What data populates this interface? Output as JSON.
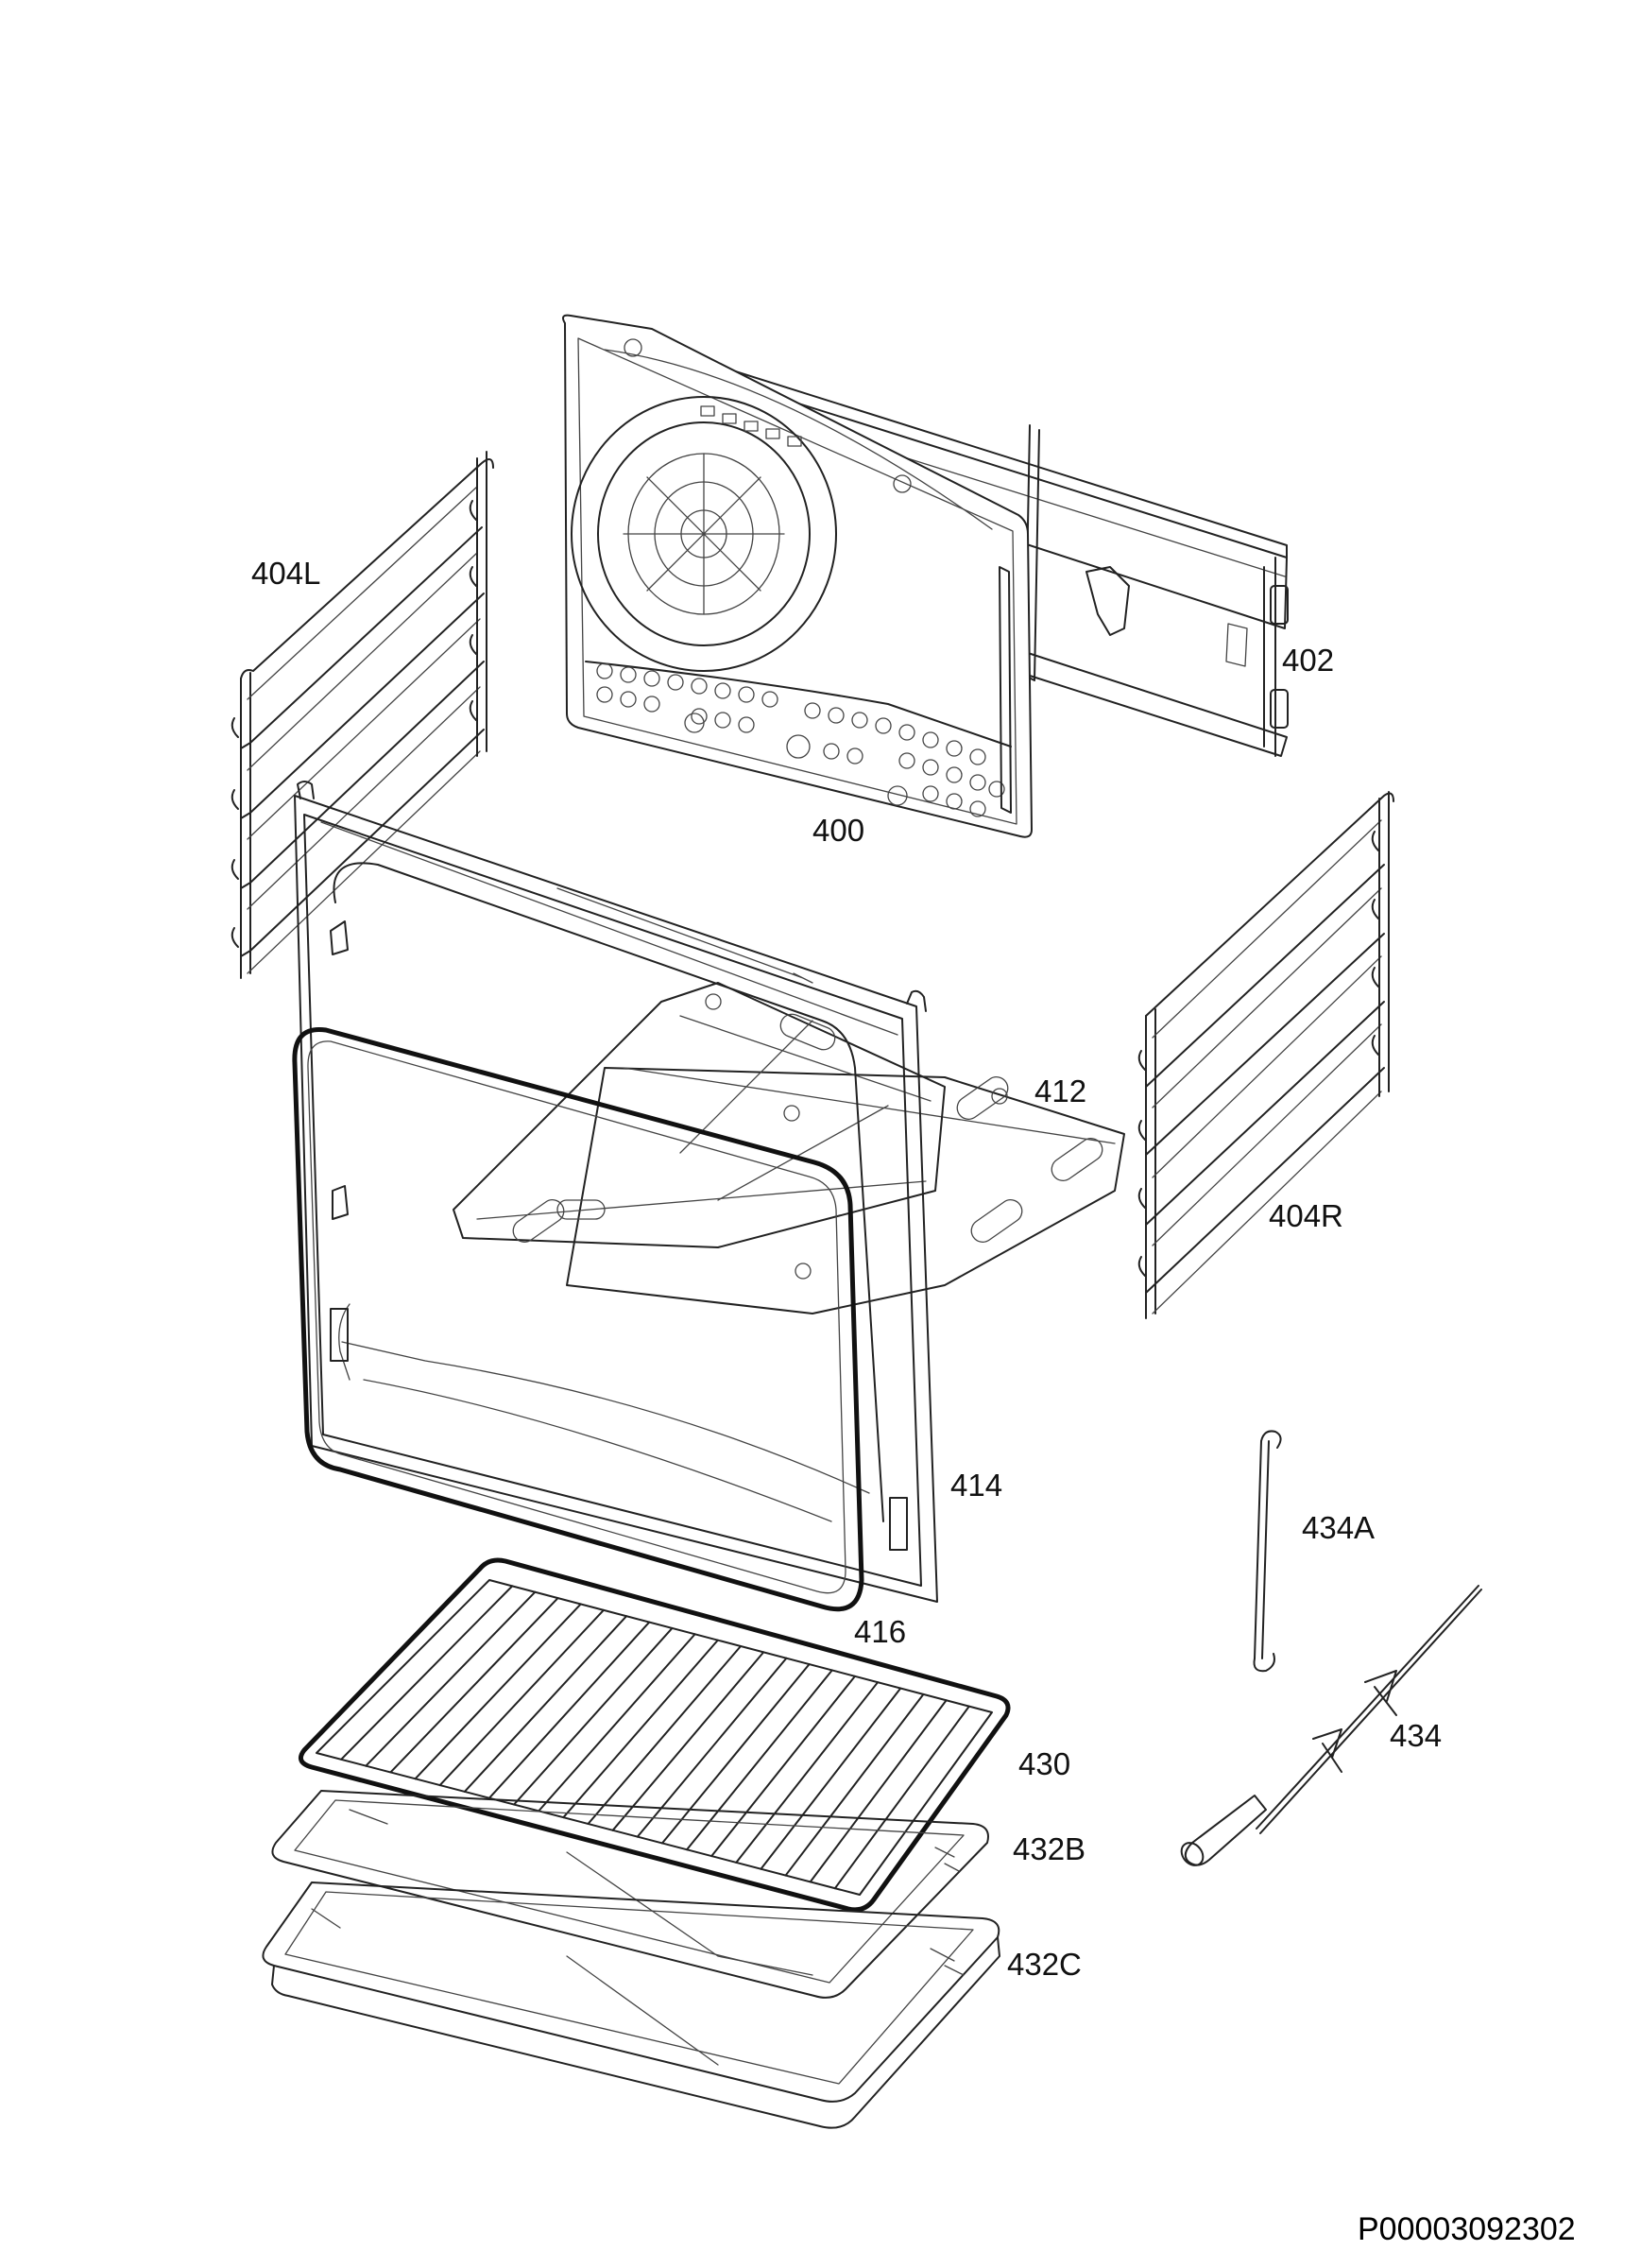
{
  "document_id": "P00003092302",
  "parts": [
    {
      "id": "400",
      "label": "400"
    },
    {
      "id": "402",
      "label": "402"
    },
    {
      "id": "404L",
      "label": "404L"
    },
    {
      "id": "404R",
      "label": "404R"
    },
    {
      "id": "412",
      "label": "412"
    },
    {
      "id": "414",
      "label": "414"
    },
    {
      "id": "416",
      "label": "416"
    },
    {
      "id": "430",
      "label": "430"
    },
    {
      "id": "432B",
      "label": "432B"
    },
    {
      "id": "432C",
      "label": "432C"
    },
    {
      "id": "434A",
      "label": "434A"
    },
    {
      "id": "434",
      "label": "434"
    }
  ]
}
